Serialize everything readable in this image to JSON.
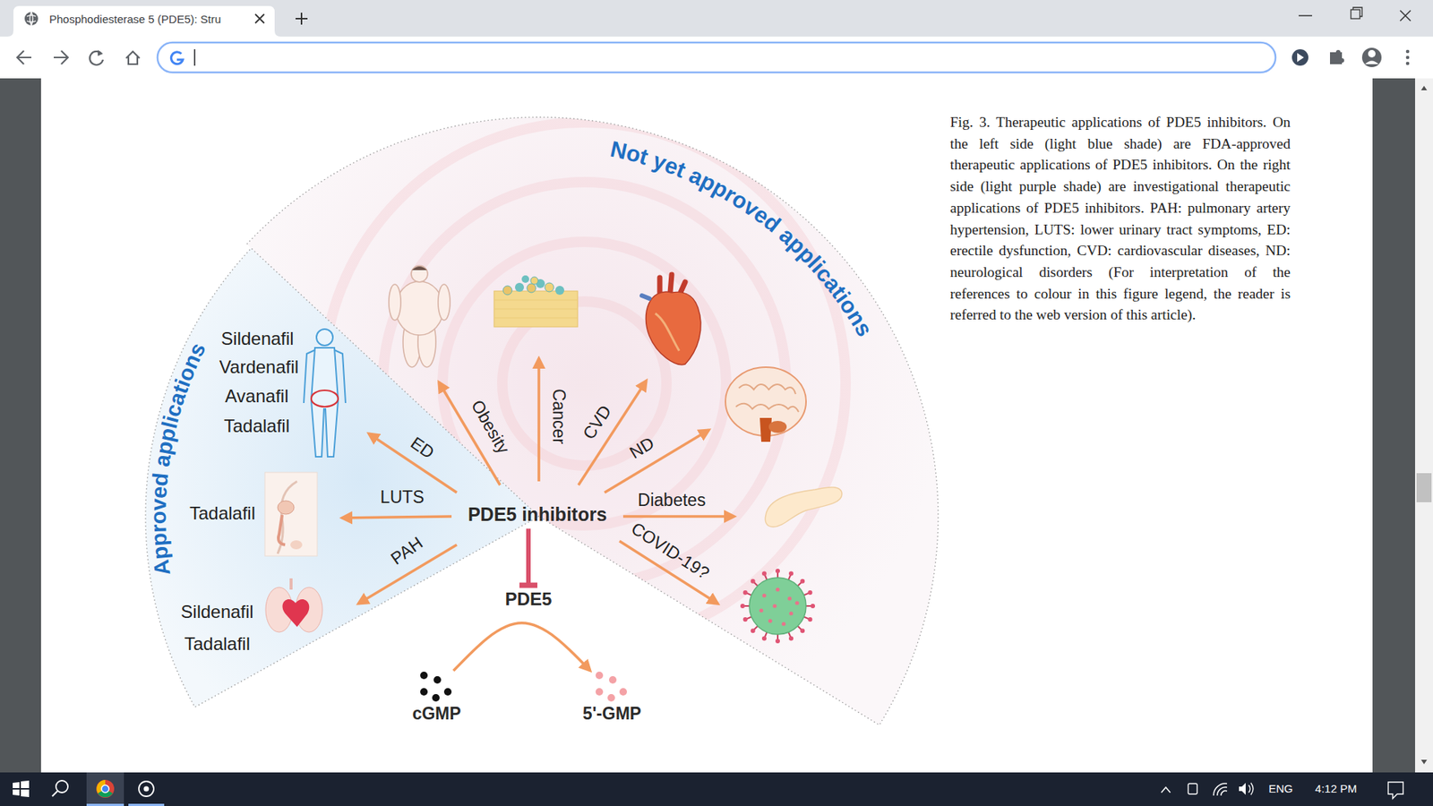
{
  "diagram": {
    "caption": "Fig. 3. Therapeutic applications of PDE5 inhibitors. On the left side (light blue shade) are FDA-approved therapeutic applications of PDE5 inhibitors. On the right side (light purple shade) are investigational therapeutic applications of PDE5 inhibitors. PAH: pulmonary artery hypertension, LUTS: lower urinary tract symptoms, ED: erectile dysfunction, CVD: cardiovascular diseases, ND: neurological disorders (For interpretation of the references to colour in this figure legend, the reader is referred to the web version of this article).",
    "nodes": [
      {
        "text": [
          "PDE5 inhibitors"
        ]
      },
      {
        "text": [
          "PDE5"
        ]
      },
      {
        "text": [
          "cGMP"
        ]
      },
      {
        "text": [
          "5'-GMP"
        ]
      }
    ],
    "edges": [
      {
        "from": 0,
        "to": 1,
        "arrow": "to"
      },
      {
        "from": 2,
        "to": 3,
        "arrow": "to"
      }
    ],
    "labels": [
      "Phosphodiesterase 5 (PDE5): Stru",
      "Not yet approved applications",
      "Approved applications",
      "Sildenafil",
      "Vardenafil",
      "Avanafil",
      "Tadalafil",
      "Tadalafil",
      "Sildenafil",
      "Tadalafil",
      "ED",
      "LUTS",
      "PAH",
      "Obesity",
      "Cancer",
      "CVD",
      "ND",
      "Diabetes",
      "COVID-19?",
      "ENG",
      "4:12 PM"
    ]
  }
}
